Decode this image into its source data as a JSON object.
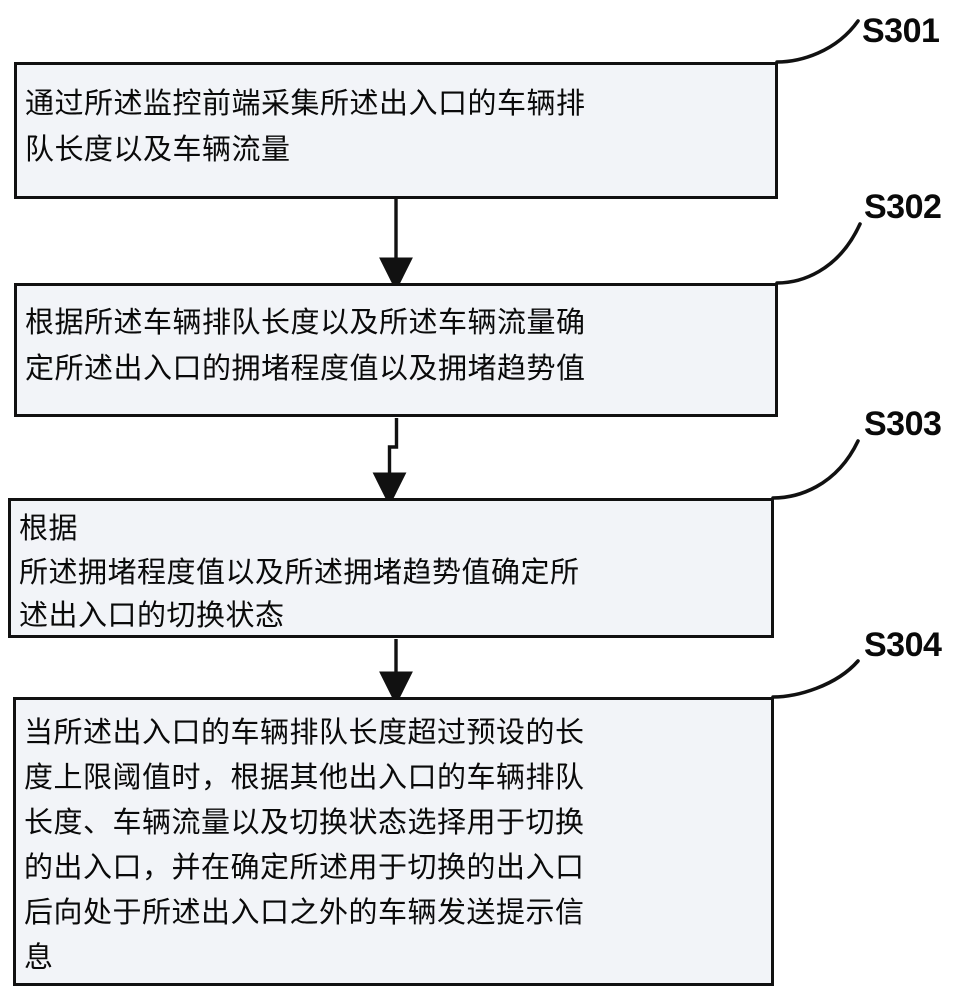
{
  "diagram": {
    "title": "",
    "type": "flowchart",
    "orientation": "vertical",
    "colors": {
      "box_fill": "#f2f4f8",
      "box_stroke": "#111111",
      "text": "#0a0a0a",
      "connector": "#111111",
      "background": "#ffffff"
    },
    "steps": [
      {
        "id": "S301",
        "label": "S301",
        "text": "通过所述监控前端采集所述出入口的车辆排\n队长度以及车辆流量",
        "lines": [
          "通过所述监控前端采集所述出入口的车辆排",
          "队长度以及车辆流量"
        ]
      },
      {
        "id": "S302",
        "label": "S302",
        "text": "根据所述车辆排队长度以及所述车辆流量确\n定所述出入口的拥堵程度值以及拥堵趋势值",
        "lines": [
          "根据所述车辆排队长度以及所述车辆流量确",
          "定所述出入口的拥堵程度值以及拥堵趋势值"
        ]
      },
      {
        "id": "S303",
        "label": "S303",
        "text": "根据\n所述拥堵程度值以及所述拥堵趋势值确定所\n述出入口的切换状态",
        "lines": [
          "根据",
          "所述拥堵程度值以及所述拥堵趋势值确定所",
          "述出入口的切换状态"
        ]
      },
      {
        "id": "S304",
        "label": "S304",
        "text": "当所述出入口的车辆排队长度超过预设的长\n度上限阈值时，根据其他出入口的车辆排队\n长度、车辆流量以及切换状态选择用于切换\n的出入口，并在确定所述用于切换的出入口\n后向处于所述出入口之外的车辆发送提示信\n息",
        "lines": [
          "当所述出入口的车辆排队长度超过预设的长",
          "度上限阈值时，根据其他出入口的车辆排队",
          "长度、车辆流量以及切换状态选择用于切换",
          "的出入口，并在确定所述用于切换的出入口",
          "后向处于所述出入口之外的车辆发送提示信",
          "息"
        ]
      }
    ],
    "connectors": [
      {
        "name": "arrow-s301-to-s302",
        "from": "S301",
        "to": "S302"
      },
      {
        "name": "arrow-s302-to-s303",
        "from": "S302",
        "to": "S303"
      },
      {
        "name": "arrow-s303-to-s304",
        "from": "S303",
        "to": "S304"
      }
    ],
    "leaders": [
      {
        "name": "leader-s301",
        "for": "S301"
      },
      {
        "name": "leader-s302",
        "for": "S302"
      },
      {
        "name": "leader-s303",
        "for": "S303"
      },
      {
        "name": "leader-s304",
        "for": "S304"
      }
    ]
  }
}
